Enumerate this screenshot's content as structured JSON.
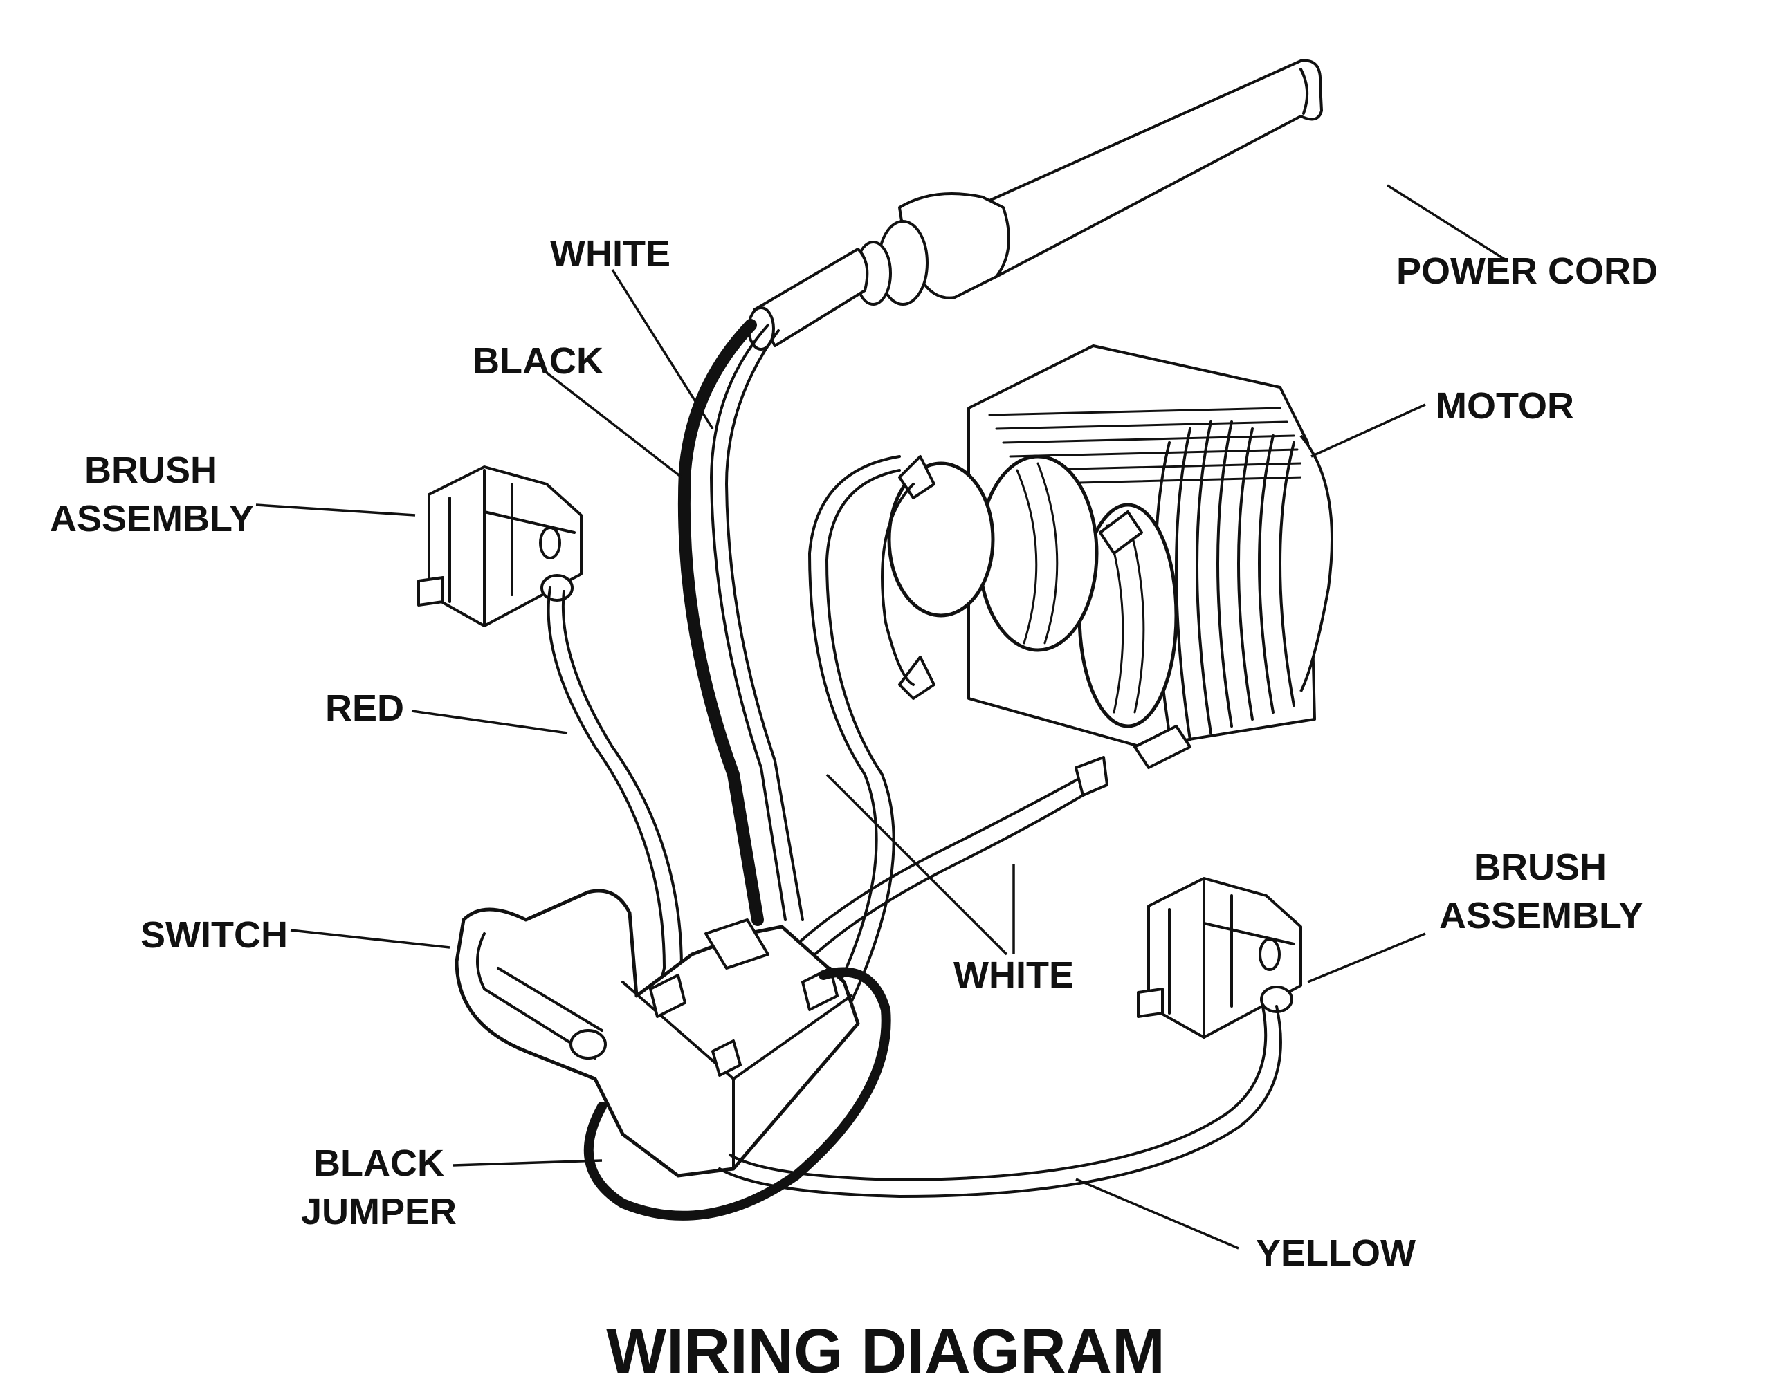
{
  "title": "WIRING DIAGRAM",
  "labels": {
    "white_top": "WHITE",
    "black_top": "BLACK",
    "power_cord": "POWER CORD",
    "motor": "MOTOR",
    "brush_left_1": "BRUSH",
    "brush_left_2": "ASSEMBLY",
    "red": "RED",
    "switch": "SWITCH",
    "white_mid": "WHITE",
    "brush_right_1": "BRUSH",
    "brush_right_2": "ASSEMBLY",
    "black_jumper_1": "BLACK",
    "black_jumper_2": "JUMPER",
    "yellow": "YELLOW"
  },
  "colors": {
    "ink": "#111111",
    "background": "#ffffff"
  }
}
